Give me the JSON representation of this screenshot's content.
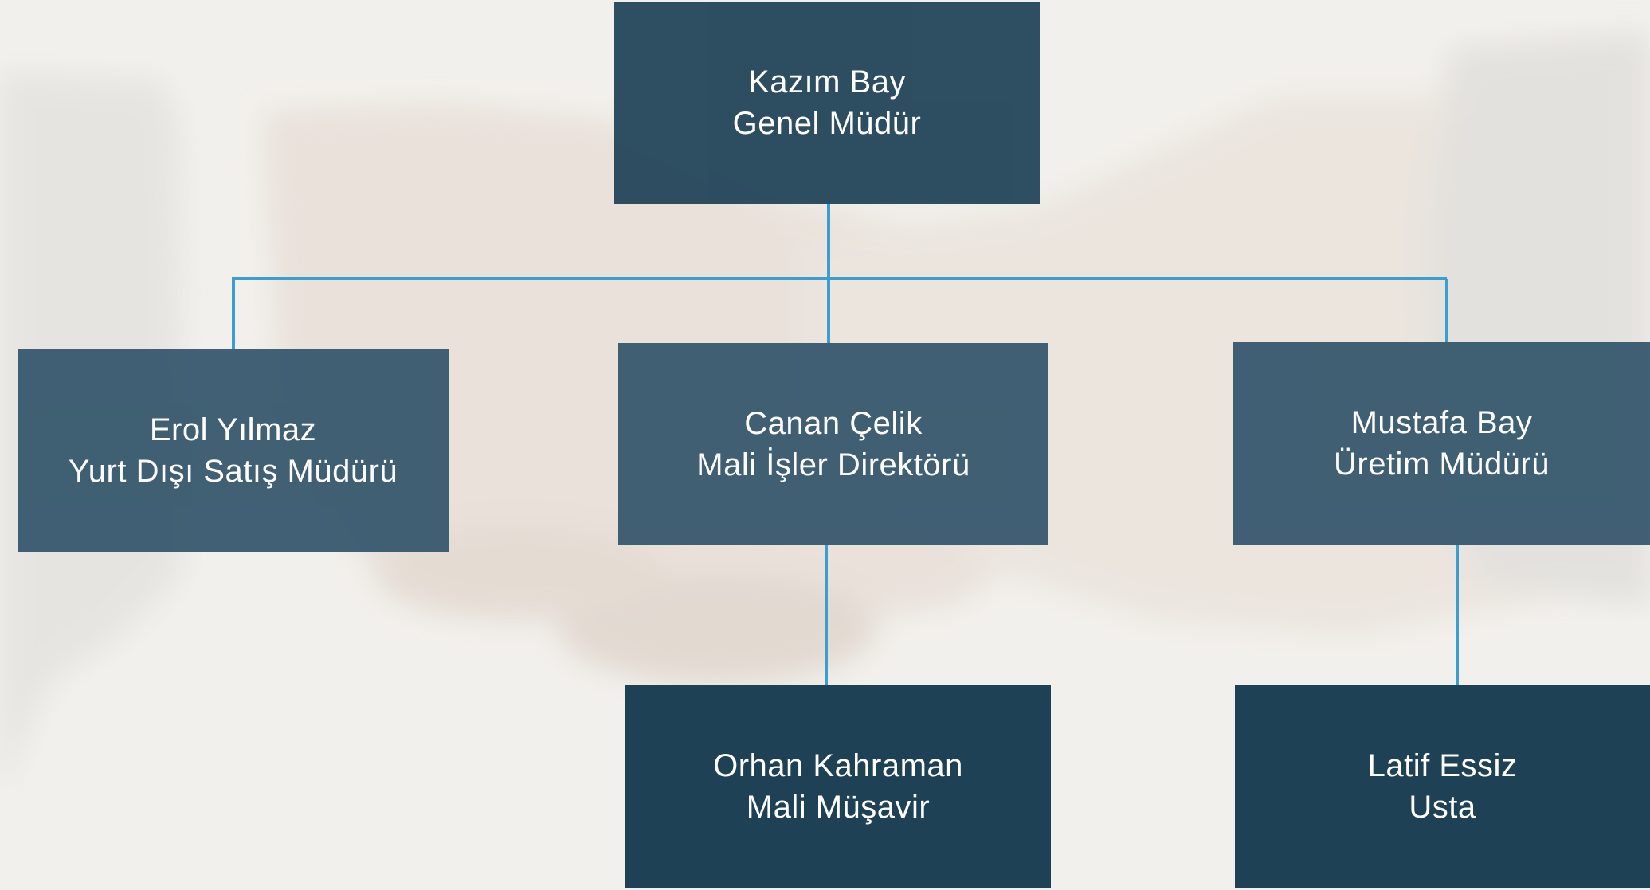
{
  "org_chart": {
    "root": {
      "name": "Kazım Bay",
      "title": "Genel Müdür"
    },
    "managers": [
      {
        "name": "Erol Yılmaz",
        "title": "Yurt Dışı Satış Müdürü"
      },
      {
        "name": "Canan Çelik",
        "title": "Mali İşler Direktörü"
      },
      {
        "name": "Mustafa Bay",
        "title": "Üretim Müdürü"
      }
    ],
    "staff": [
      {
        "name": "Orhan Kahraman",
        "title": "Mali Müşavir",
        "reports_to": "Canan Çelik"
      },
      {
        "name": "Latif Essiz",
        "title": "Usta",
        "reports_to": "Mustafa Bay"
      }
    ]
  },
  "colors": {
    "background": "#f2f0ec",
    "box_top": "#27485d",
    "box_middle": "#32546a",
    "box_bottom": "#1f4155",
    "connector": "#3a9fd0",
    "text": "#ffffff"
  }
}
